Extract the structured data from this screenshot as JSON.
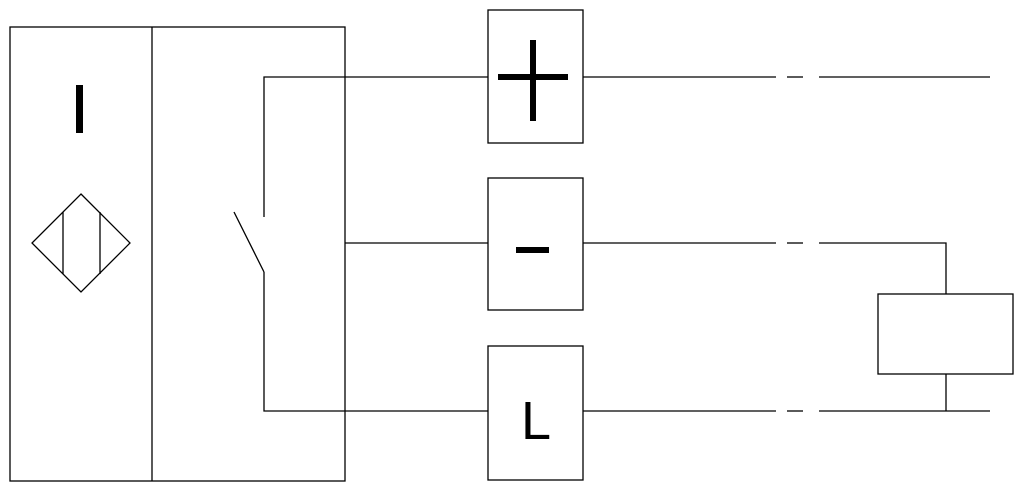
{
  "sensor": {
    "type_label": "I",
    "sensor_symbol": "inductive-sensor-icon",
    "output_contact": "switch-icon"
  },
  "terminals": {
    "positive": {
      "label": "+",
      "symbol": "plus-icon"
    },
    "negative": {
      "label": "-",
      "symbol": "minus-icon"
    },
    "load": {
      "label": "L"
    }
  },
  "load_device": {
    "symbol": "load-box"
  },
  "colors": {
    "line": "#000000",
    "background": "#ffffff"
  }
}
